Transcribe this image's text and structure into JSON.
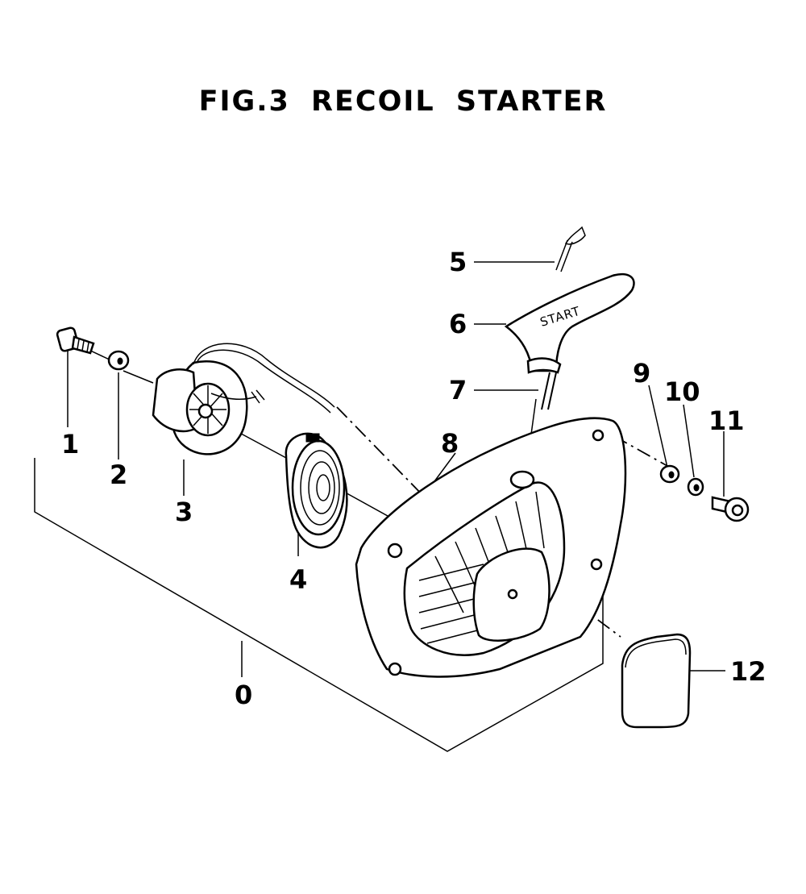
{
  "figure": {
    "title": "FIG.3   RECOIL  STARTER"
  },
  "callouts": {
    "c0": "0",
    "c1": "1",
    "c2": "2",
    "c3": "3",
    "c4": "4",
    "c5": "5",
    "c6": "6",
    "c7": "7",
    "c8": "8",
    "c9": "9",
    "c10": "10",
    "c11": "11",
    "c12": "12"
  },
  "handle_embossing": "START"
}
